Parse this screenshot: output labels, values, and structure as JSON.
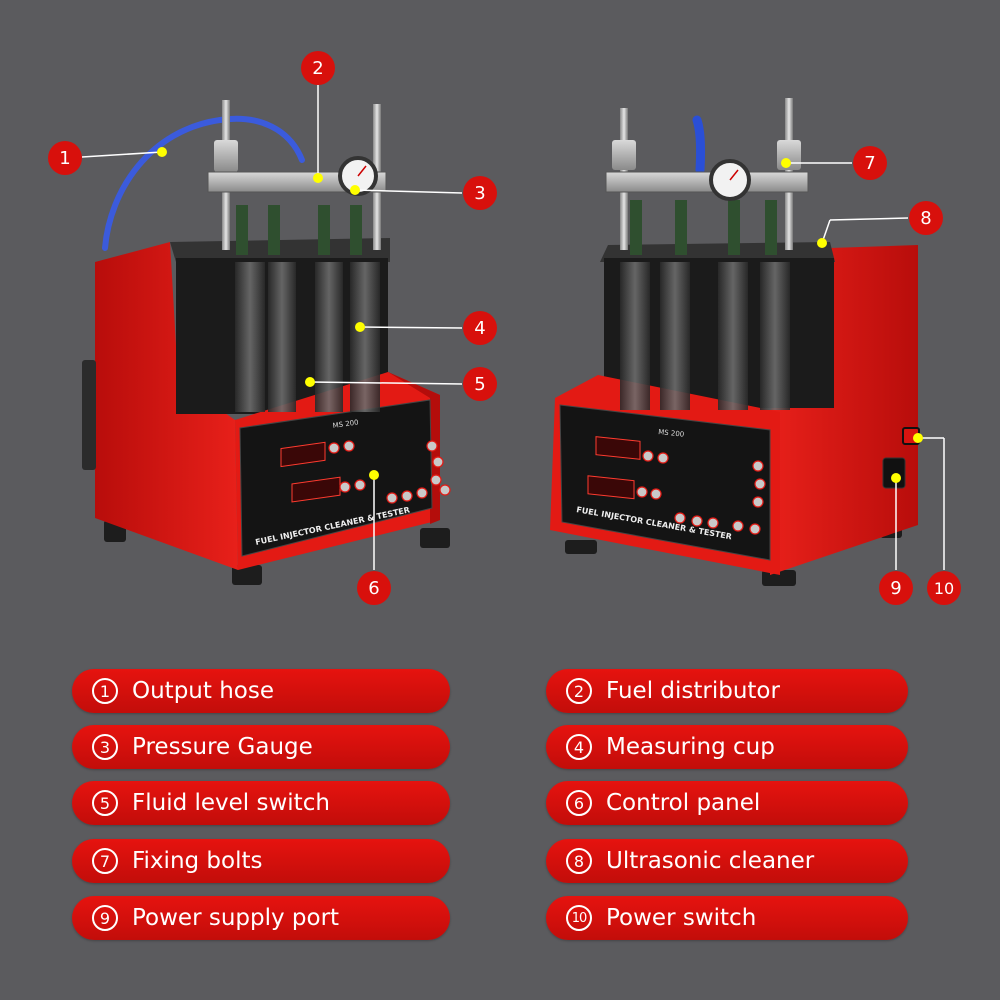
{
  "colors": {
    "background": "#5b5b5e",
    "accent": "#d8100c",
    "pointer": "#ffff00"
  },
  "panel_texts": {
    "model": "MS 200",
    "product_name": "FUEL INJECTOR CLEANER & TESTER"
  },
  "markers": [
    "1",
    "2",
    "3",
    "4",
    "5",
    "6",
    "7",
    "8",
    "9",
    "10"
  ],
  "legend": [
    {
      "num": "1",
      "label": "Output hose"
    },
    {
      "num": "2",
      "label": "Fuel distributor"
    },
    {
      "num": "3",
      "label": "Pressure Gauge"
    },
    {
      "num": "4",
      "label": "Measuring cup"
    },
    {
      "num": "5",
      "label": "Fluid level switch"
    },
    {
      "num": "6",
      "label": "Control panel"
    },
    {
      "num": "7",
      "label": "Fixing bolts"
    },
    {
      "num": "8",
      "label": "Ultrasonic cleaner"
    },
    {
      "num": "9",
      "label": "Power supply port"
    },
    {
      "num": "10",
      "label": "Power switch"
    }
  ]
}
